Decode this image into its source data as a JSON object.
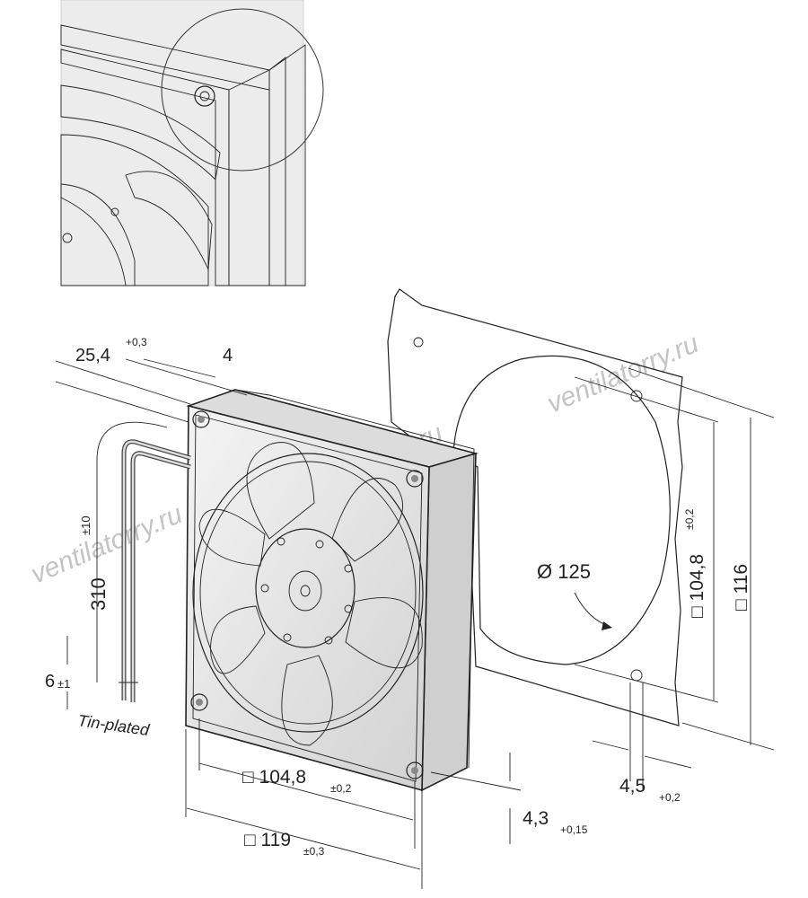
{
  "drawing": {
    "labels": {
      "depth": "25,4",
      "depth_tol": "+0,3",
      "flange": "4",
      "lead_length": "310",
      "lead_tol": "±10",
      "strip_length": "6",
      "strip_tol": "±1",
      "lead_finish": "Tin-plated",
      "hole_spacing_front": "□ 104,8",
      "hole_spacing_front_tol": "±0,2",
      "frame_size": "□ 119",
      "frame_size_tol": "±0,3",
      "hole_diameter": "4,3",
      "hole_diameter_tol": "+0,15",
      "cutout_diameter": "Ø 125",
      "hole_spacing_side": "□ 104,8",
      "hole_spacing_side_tol": "±0,2",
      "panel_size": "□ 116",
      "panel_hole": "4,5",
      "panel_hole_tol": "+0,2"
    },
    "watermark": "ventilatorry.ru"
  },
  "colors": {
    "line": "#222222",
    "fill_light": "#e9e9e9",
    "fill_mid": "#cfcfcf",
    "watermark": "#c4c4c4"
  }
}
